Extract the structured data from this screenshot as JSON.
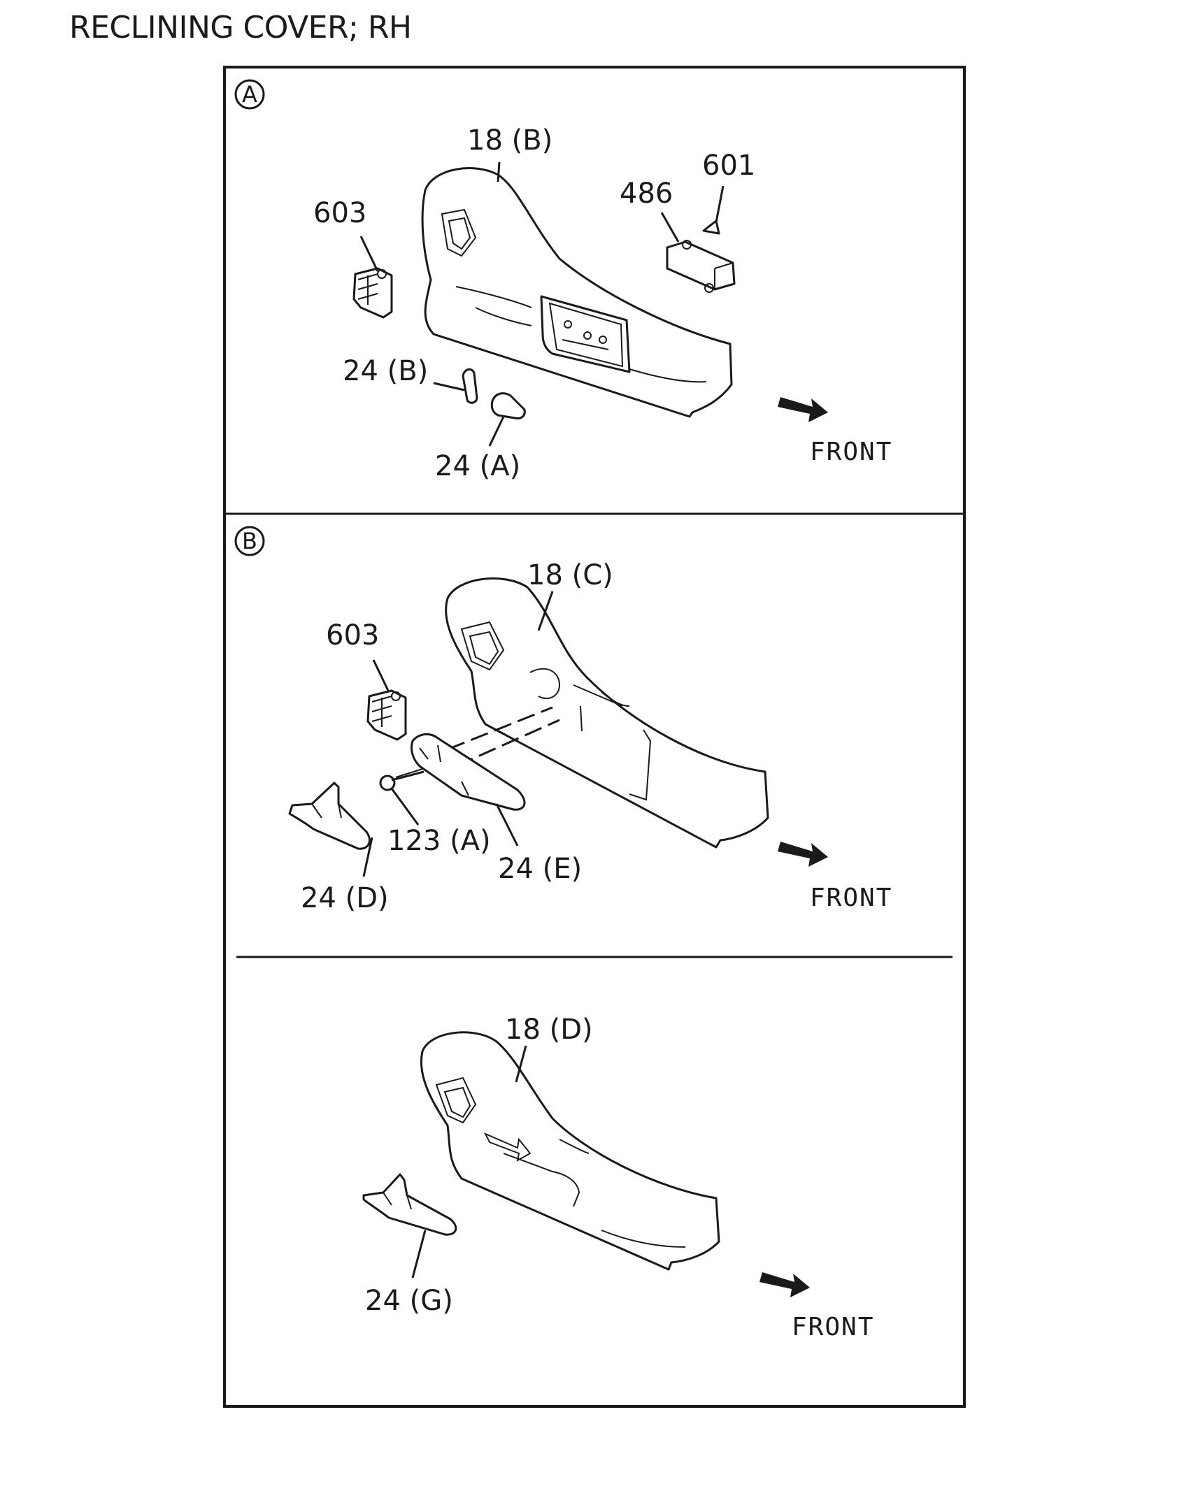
{
  "title": "RECLINING COVER; RH",
  "sections": {
    "a": {
      "marker": "A",
      "labels": {
        "cover": "18 (B)",
        "clip": "603",
        "lever": "486",
        "screw": "601",
        "cap_b": "24 (B)",
        "cap_a": "24 (A)"
      },
      "front": "FRONT"
    },
    "b": {
      "marker": "B",
      "labels": {
        "cover": "18 (C)",
        "clip": "603",
        "screw": "123 (A)",
        "knob_e": "24 (E)",
        "knob_d": "24 (D)"
      },
      "front": "FRONT"
    },
    "c": {
      "labels": {
        "cover": "18 (D)",
        "knob_g": "24 (G)"
      },
      "front": "FRONT"
    }
  }
}
